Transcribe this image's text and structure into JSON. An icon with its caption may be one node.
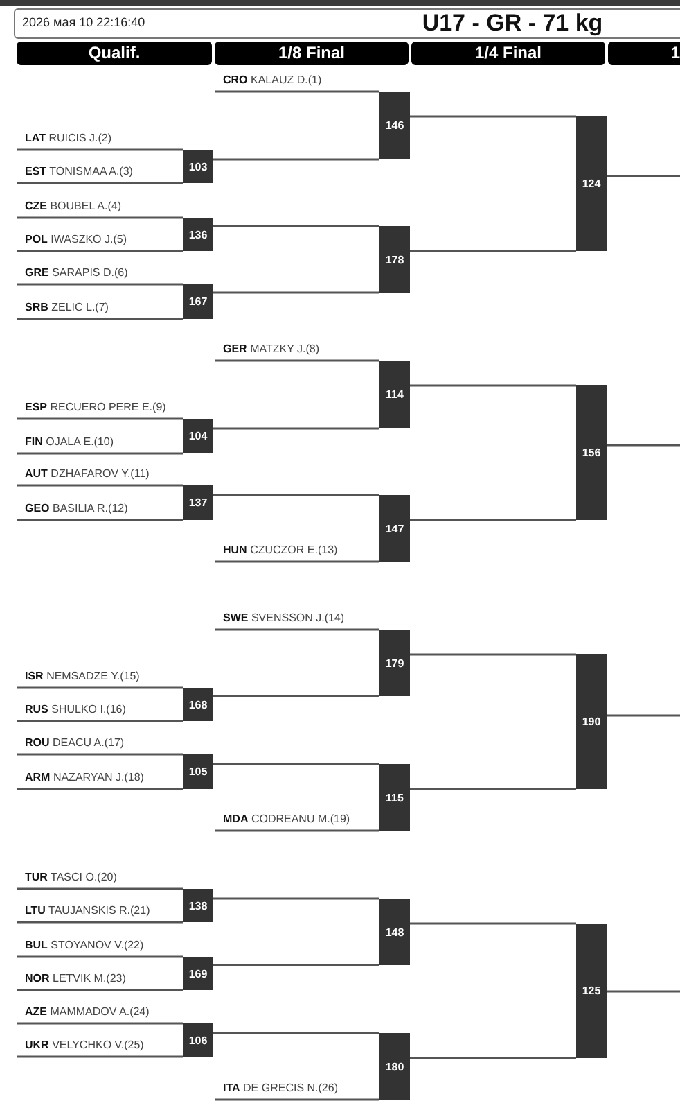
{
  "diagram": {
    "title": "U17 - GR - 71 kg",
    "nodes": [
      {
        "text": [
          "**CRO** KALAUZ D.(1)"
        ]
      },
      {
        "text": [
          "**LAT** RUICIS J.(2)"
        ]
      },
      {
        "text": [
          "**EST** TONISMAA A.(3)"
        ]
      },
      {
        "text": [
          "**CZE** BOUBEL A.(4)"
        ]
      },
      {
        "text": [
          "**POL** IWASZKO J.(5)"
        ]
      },
      {
        "text": [
          "**GRE** SARAPIS D.(6)"
        ]
      },
      {
        "text": [
          "**SRB** ZELIC L.(7)"
        ]
      },
      {
        "text": [
          "103"
        ]
      },
      {
        "text": [
          "136"
        ]
      },
      {
        "text": [
          "167"
        ]
      },
      {
        "text": [
          "146"
        ]
      },
      {
        "text": [
          "178"
        ]
      },
      {
        "text": [
          "124"
        ]
      },
      {
        "text": [
          "**GER** MATZKY J.(8)"
        ]
      },
      {
        "text": [
          "**ESP** RECUERO PERE E.(9)"
        ]
      },
      {
        "text": [
          "**FIN** OJALA E.(10)"
        ]
      },
      {
        "text": [
          "**AUT** DZHAFAROV Y.(11)"
        ]
      },
      {
        "text": [
          "**GEO** BASILIA R.(12)"
        ]
      },
      {
        "text": [
          "**HUN** CZUCZOR E.(13)"
        ]
      },
      {
        "text": [
          "104"
        ]
      },
      {
        "text": [
          "137"
        ]
      },
      {
        "text": [
          "114"
        ]
      },
      {
        "text": [
          "147"
        ]
      },
      {
        "text": [
          "156"
        ]
      },
      {
        "text": [
          "**SWE** SVENSSON J.(14)"
        ]
      },
      {
        "text": [
          "**ISR** NEMSADZE Y.(15)"
        ]
      },
      {
        "text": [
          "**RUS** SHULKO I.(16)"
        ]
      },
      {
        "text": [
          "**ROU** DEACU A.(17)"
        ]
      },
      {
        "text": [
          "**ARM** NAZARYAN J.(18)"
        ]
      },
      {
        "text": [
          "**MDA** CODREANU M.(19)"
        ]
      },
      {
        "text": [
          "168"
        ]
      },
      {
        "text": [
          "105"
        ]
      },
      {
        "text": [
          "179"
        ]
      },
      {
        "text": [
          "115"
        ]
      },
      {
        "text": [
          "190"
        ]
      },
      {
        "text": [
          "**TUR** TASCI O.(20)"
        ]
      },
      {
        "text": [
          "**LTU** TAUJANSKIS R.(21)"
        ]
      },
      {
        "text": [
          "**BUL** STOYANOV V.(22)"
        ]
      },
      {
        "text": [
          "**NOR** LETVIK M.(23)"
        ]
      },
      {
        "text": [
          "**AZE** MAMMADOV A.(24)"
        ]
      },
      {
        "text": [
          "**UKR** VELYCHKO V.(25)"
        ]
      },
      {
        "text": [
          "**ITA** DE GRECIS N.(26)"
        ]
      },
      {
        "text": [
          "138"
        ]
      },
      {
        "text": [
          "169"
        ]
      },
      {
        "text": [
          "106"
        ]
      },
      {
        "text": [
          "148"
        ]
      },
      {
        "text": [
          "180"
        ]
      },
      {
        "text": [
          "125"
        ]
      }
    ],
    "edges": [
      {
        "from": 1,
        "to": 7,
        "arrow": "none"
      },
      {
        "from": 2,
        "to": 7,
        "arrow": "none"
      },
      {
        "from": 3,
        "to": 8,
        "arrow": "none"
      },
      {
        "from": 4,
        "to": 8,
        "arrow": "none"
      },
      {
        "from": 5,
        "to": 9,
        "arrow": "none"
      },
      {
        "from": 6,
        "to": 9,
        "arrow": "none"
      },
      {
        "from": 0,
        "to": 10,
        "arrow": "none"
      },
      {
        "from": 7,
        "to": 10,
        "arrow": "none"
      },
      {
        "from": 8,
        "to": 11,
        "arrow": "none"
      },
      {
        "from": 9,
        "to": 11,
        "arrow": "none"
      },
      {
        "from": 10,
        "to": 12,
        "arrow": "none"
      },
      {
        "from": 11,
        "to": 12,
        "arrow": "none"
      },
      {
        "from": 12,
        "to": null,
        "arrow": "none"
      },
      {
        "from": 14,
        "to": 19,
        "arrow": "none"
      },
      {
        "from": 15,
        "to": 19,
        "arrow": "none"
      },
      {
        "from": 16,
        "to": 20,
        "arrow": "none"
      },
      {
        "from": 17,
        "to": 20,
        "arrow": "none"
      },
      {
        "from": 13,
        "to": 21,
        "arrow": "none"
      },
      {
        "from": 19,
        "to": 21,
        "arrow": "none"
      },
      {
        "from": 20,
        "to": 22,
        "arrow": "none"
      },
      {
        "from": 18,
        "to": 22,
        "arrow": "none"
      },
      {
        "from": 21,
        "to": 23,
        "arrow": "none"
      },
      {
        "from": 22,
        "to": 23,
        "arrow": "none"
      },
      {
        "from": 23,
        "to": null,
        "arrow": "none"
      },
      {
        "from": 25,
        "to": 30,
        "arrow": "none"
      },
      {
        "from": 26,
        "to": 30,
        "arrow": "none"
      },
      {
        "from": 27,
        "to": 31,
        "arrow": "none"
      },
      {
        "from": 28,
        "to": 31,
        "arrow": "none"
      },
      {
        "from": 24,
        "to": 32,
        "arrow": "none"
      },
      {
        "from": 30,
        "to": 32,
        "arrow": "none"
      },
      {
        "from": 31,
        "to": 33,
        "arrow": "none"
      },
      {
        "from": 29,
        "to": 33,
        "arrow": "none"
      },
      {
        "from": 32,
        "to": 34,
        "arrow": "none"
      },
      {
        "from": 33,
        "to": 34,
        "arrow": "none"
      },
      {
        "from": 34,
        "to": null,
        "arrow": "none"
      },
      {
        "from": 35,
        "to": 42,
        "arrow": "none"
      },
      {
        "from": 36,
        "to": 42,
        "arrow": "none"
      },
      {
        "from": 37,
        "to": 43,
        "arrow": "none"
      },
      {
        "from": 38,
        "to": 43,
        "arrow": "none"
      },
      {
        "from": 39,
        "to": 44,
        "arrow": "none"
      },
      {
        "from": 40,
        "to": 44,
        "arrow": "none"
      },
      {
        "from": 42,
        "to": 45,
        "arrow": "none"
      },
      {
        "from": 43,
        "to": 45,
        "arrow": "none"
      },
      {
        "from": 44,
        "to": 46,
        "arrow": "none"
      },
      {
        "from": 41,
        "to": 46,
        "arrow": "none"
      },
      {
        "from": 45,
        "to": 47,
        "arrow": "none"
      },
      {
        "from": 46,
        "to": 47,
        "arrow": "none"
      },
      {
        "from": 47,
        "to": null,
        "arrow": "none"
      }
    ],
    "labels": [
      "2026 мая 10 22:16:40",
      "Qualif.",
      "1/8 Final",
      "1/4 Final",
      "1"
    ]
  }
}
